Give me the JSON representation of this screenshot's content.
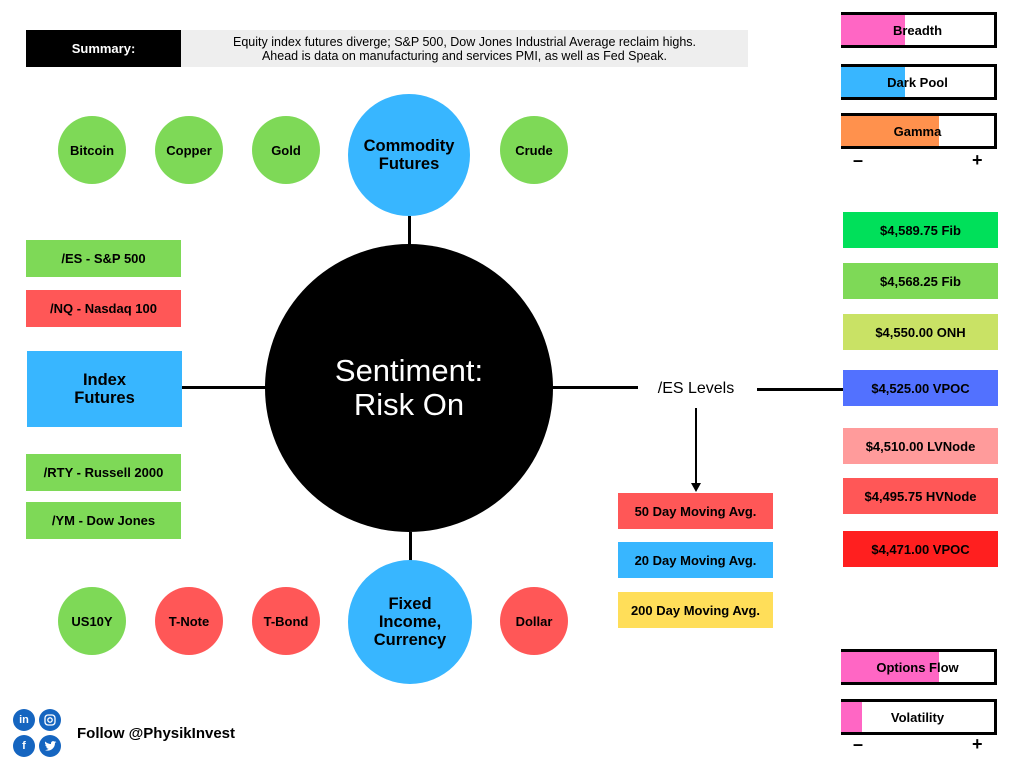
{
  "summary": {
    "label": "Summary:",
    "line1": "Equity index futures diverge; S&P 500, Dow Jones Industrial Average reclaim highs.",
    "line2": "Ahead is data on manufacturing and services PMI, as well as Fed Speak."
  },
  "center": {
    "line1": "Sentiment:",
    "line2": "Risk On"
  },
  "commodities": {
    "hub_line1": "Commodity",
    "hub_line2": "Futures",
    "items": [
      "Bitcoin",
      "Copper",
      "Gold",
      "Crude"
    ],
    "colors": [
      "#7ed957",
      "#7ed957",
      "#7ed957",
      "#7ed957"
    ]
  },
  "fixed_income": {
    "hub_line1": "Fixed",
    "hub_line2": "Income,",
    "hub_line3": "Currency",
    "items": [
      "US10Y",
      "T-Note",
      "T-Bond",
      "Dollar"
    ],
    "colors": [
      "#7ed957",
      "#ff5757",
      "#ff5757",
      "#ff5757"
    ]
  },
  "index_futures": {
    "hub_line1": "Index",
    "hub_line2": "Futures",
    "items": [
      "/ES - S&P 500",
      "/NQ - Nasdaq 100",
      "/RTY - Russell 2000",
      "/YM - Dow Jones"
    ],
    "colors": [
      "#7ed957",
      "#ff5757",
      "#7ed957",
      "#7ed957"
    ]
  },
  "es_levels": {
    "label": "/ES Levels",
    "levels": [
      {
        "text": "$4,589.75 Fib",
        "color": "#00e05a"
      },
      {
        "text": "$4,568.25 Fib",
        "color": "#7ed957"
      },
      {
        "text": "$4,550.00 ONH",
        "color": "#c9e265"
      },
      {
        "text": "$4,525.00 VPOC",
        "color": "#5271ff"
      },
      {
        "text": "$4,510.00 LVNode",
        "color": "#ff9b9b"
      },
      {
        "text": "$4,495.75 HVNode",
        "color": "#ff5757"
      },
      {
        "text": "$4,471.00 VPOC",
        "color": "#ff1f1f"
      }
    ]
  },
  "moving_averages": [
    {
      "text": "50 Day Moving Avg.",
      "color": "#ff5757"
    },
    {
      "text": "20 Day Moving Avg.",
      "color": "#38b6ff"
    },
    {
      "text": "200 Day Moving Avg.",
      "color": "#ffde59"
    }
  ],
  "meters_top": [
    {
      "label": "Breadth",
      "level": 0.42,
      "color": "#ff66c4"
    },
    {
      "label": "Dark Pool",
      "level": 0.42,
      "color": "#38b6ff"
    },
    {
      "label": "Gamma",
      "level": 0.64,
      "color": "#ff914d"
    }
  ],
  "meters_bottom": [
    {
      "label": "Options Flow",
      "level": 0.64,
      "color": "#ff66c4"
    },
    {
      "label": "Volatility",
      "level": 0.14,
      "color": "#ff66c4"
    }
  ],
  "scale": {
    "minus": "–",
    "plus": "+"
  },
  "social": {
    "follow_text": "Follow @PhysikInvest",
    "icons": [
      "linkedin-icon",
      "instagram-icon",
      "facebook-icon",
      "twitter-icon"
    ]
  }
}
